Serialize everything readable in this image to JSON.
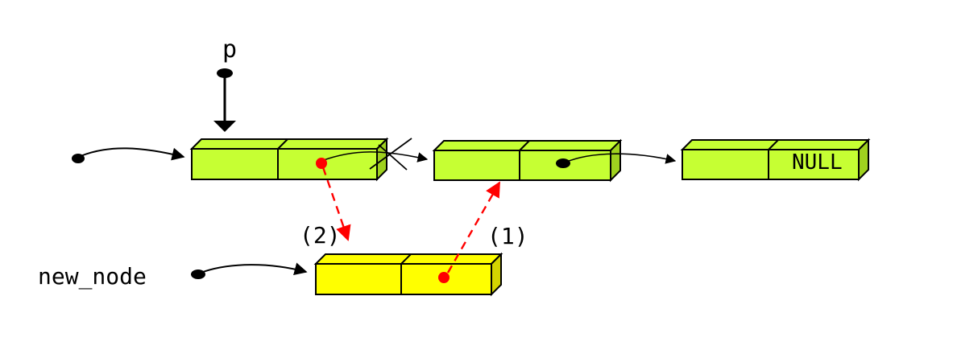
{
  "labels": {
    "p": "p",
    "new_node": "new_node",
    "null": "NULL",
    "step1": "(1)",
    "step2": "(2)"
  },
  "colors": {
    "node_fill": "#c6ff33",
    "new_node_fill": "#ffff00",
    "new_step_arrow": "#ff0000",
    "stroke": "#000000"
  }
}
